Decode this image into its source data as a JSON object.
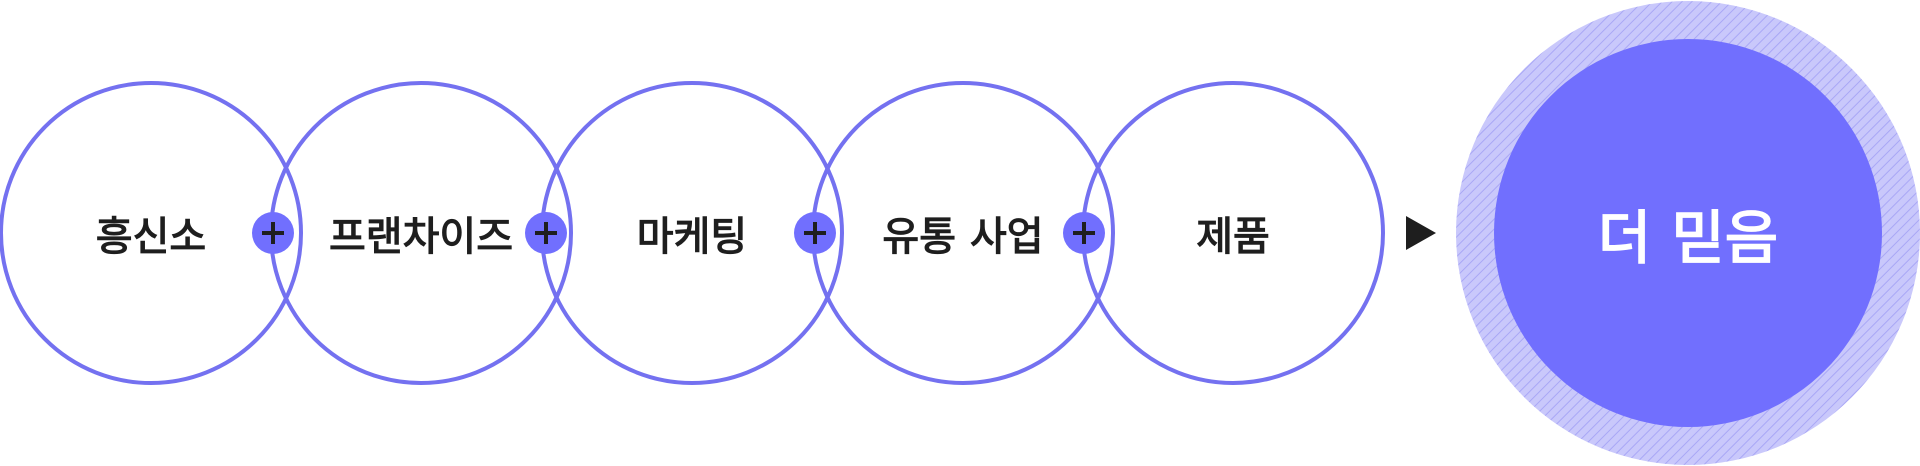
{
  "colors": {
    "accent": "#716ffe",
    "outline": "#7471f0",
    "hatch_fill": "#c9c8fb",
    "hatch_line": "#a9a7f6",
    "text_dark": "#1e1e1e",
    "text_light": "#ffffff",
    "arrow": "#1e1e1e"
  },
  "steps": [
    {
      "label": "흥신소"
    },
    {
      "label": "프랜차이즈"
    },
    {
      "label": "마케팅"
    },
    {
      "label": "유통 사업"
    },
    {
      "label": "제품"
    }
  ],
  "connector_icon": "plus-icon",
  "arrow_icon": "play-arrow-icon",
  "result": {
    "label": "더 믿음"
  }
}
